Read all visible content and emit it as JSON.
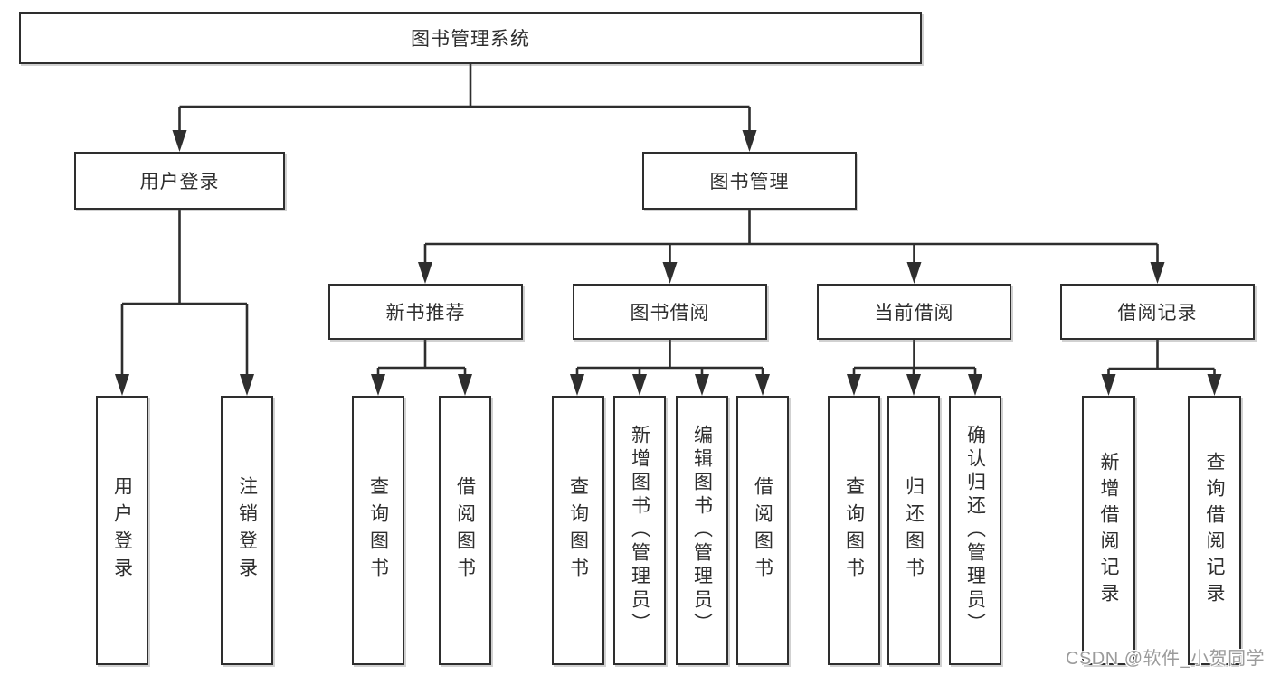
{
  "diagram": {
    "type": "functional-structure-tree",
    "background": "#ffffff",
    "line_color": "#2e2e2e",
    "box_border_color": "#2e2e2e",
    "text_color": "#2e2e2e",
    "watermark_color": "#9b9b9b",
    "watermark": "CSDN @软件_小贺同学",
    "tree": {
      "label": "图书管理系统",
      "children": [
        {
          "label": "用户登录",
          "children": [
            {
              "label": "用户登录"
            },
            {
              "label": "注销登录"
            }
          ]
        },
        {
          "label": "图书管理",
          "children": [
            {
              "label": "新书推荐",
              "children": [
                {
                  "label": "查询图书"
                },
                {
                  "label": "借阅图书"
                }
              ]
            },
            {
              "label": "图书借阅",
              "children": [
                {
                  "label": "查询图书"
                },
                {
                  "label": "新增图书（管理员）"
                },
                {
                  "label": "编辑图书（管理员）"
                },
                {
                  "label": "借阅图书"
                }
              ]
            },
            {
              "label": "当前借阅",
              "children": [
                {
                  "label": "查询图书"
                },
                {
                  "label": "归还图书"
                },
                {
                  "label": "确认归还（管理员）"
                }
              ]
            },
            {
              "label": "借阅记录",
              "children": [
                {
                  "label": "新增借阅记录"
                },
                {
                  "label": "查询借阅记录"
                }
              ]
            }
          ]
        }
      ]
    }
  }
}
